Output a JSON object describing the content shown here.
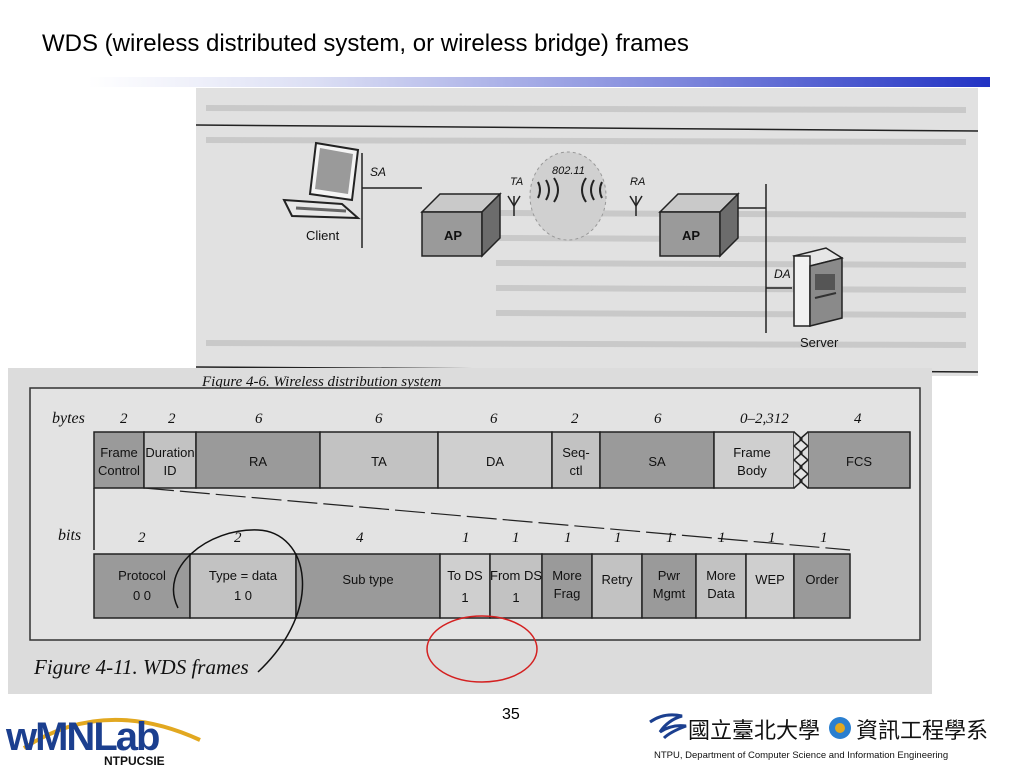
{
  "slide": {
    "title": "WDS (wireless distributed system, or wireless bridge) frames",
    "page_number": "35"
  },
  "figure_top": {
    "labels": {
      "client": "Client",
      "ap_left": "AP",
      "ap_right": "AP",
      "server": "Server",
      "sa": "SA",
      "ta": "TA",
      "ra": "RA",
      "da": "DA",
      "wireless": "802.11"
    },
    "caption": "Figure 4-6. Wireless distribution system"
  },
  "figure_bottom": {
    "bytes_label": "bytes",
    "bits_label": "bits",
    "frame_fields": [
      {
        "bytes": "2",
        "line1": "Frame",
        "line2": "Control"
      },
      {
        "bytes": "2",
        "line1": "Duration",
        "line2": "ID"
      },
      {
        "bytes": "6",
        "line1": "RA",
        "line2": ""
      },
      {
        "bytes": "6",
        "line1": "TA",
        "line2": ""
      },
      {
        "bytes": "6",
        "line1": "DA",
        "line2": ""
      },
      {
        "bytes": "2",
        "line1": "Seq-",
        "line2": "ctl"
      },
      {
        "bytes": "6",
        "line1": "SA",
        "line2": ""
      },
      {
        "bytes": "0–2,312",
        "line1": "Frame",
        "line2": "Body"
      },
      {
        "bytes": "4",
        "line1": "FCS",
        "line2": ""
      }
    ],
    "control_fields": [
      {
        "bits": "2",
        "line1": "Protocol",
        "line2": "0    0"
      },
      {
        "bits": "2",
        "line1": "Type = data",
        "line2": "1     0"
      },
      {
        "bits": "4",
        "line1": "Sub type",
        "line2": ""
      },
      {
        "bits": "1",
        "line1": "To DS",
        "line2": "1"
      },
      {
        "bits": "1",
        "line1": "From DS",
        "line2": "1"
      },
      {
        "bits": "1",
        "line1": "More",
        "line2": "Frag"
      },
      {
        "bits": "1",
        "line1": "Retry",
        "line2": ""
      },
      {
        "bits": "1",
        "line1": "Pwr",
        "line2": "Mgmt"
      },
      {
        "bits": "1",
        "line1": "More",
        "line2": "Data"
      },
      {
        "bits": "1",
        "line1": "WEP",
        "line2": ""
      },
      {
        "bits": "1",
        "line1": "Order",
        "line2": ""
      }
    ],
    "caption": "Figure 4-11. WDS frames"
  },
  "logos": {
    "lab_main": "wMNLab",
    "lab_sub": "NTPUCSIE",
    "university": "國立臺北大學",
    "department_cn": "資訊工程學系",
    "department_en": "NTPU, Department of Computer Science and Information Engineering"
  },
  "colors": {
    "highlight_circle": "#d42020",
    "title_rule_end": "#2233c4",
    "logo_blue": "#1b3f8f",
    "logo_gold": "#e2a820"
  }
}
